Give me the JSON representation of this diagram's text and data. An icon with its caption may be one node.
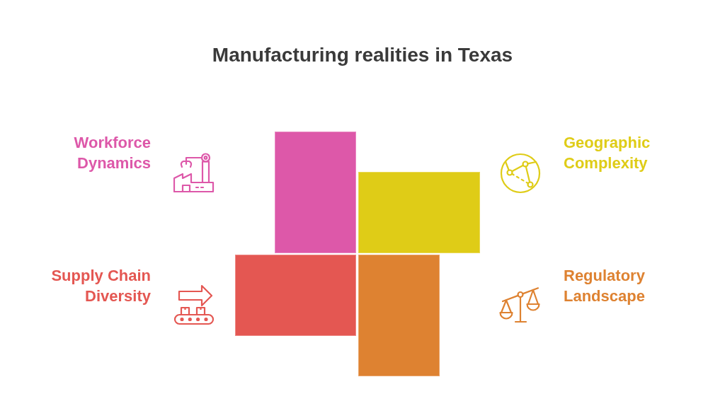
{
  "diagram": {
    "title": "Manufacturing realities in Texas",
    "nodes": [
      {
        "text": [],
        "shape": "box"
      },
      {
        "text": [],
        "shape": "box"
      },
      {
        "text": [],
        "shape": "box"
      },
      {
        "text": [],
        "shape": "box"
      }
    ],
    "labels": [
      "Workforce Dynamics",
      "Geographic Complexity",
      "Supply Chain Diversity",
      "Regulatory Landscape"
    ]
  }
}
